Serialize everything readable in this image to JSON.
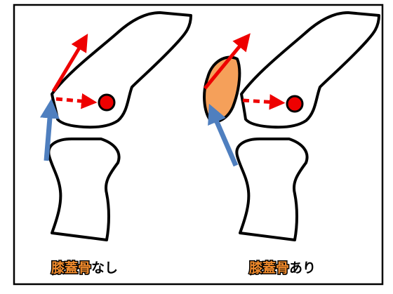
{
  "captions": {
    "left": {
      "highlight": "膝蓋骨",
      "text": "なし"
    },
    "right": {
      "highlight": "膝蓋骨",
      "text": "あり"
    }
  },
  "colors": {
    "force_arrow": "#ee0000",
    "dotted_arrow": "#ee0000",
    "pivot_dot": "#ee0000",
    "input_arrow": "#4f7fbf",
    "patella_fill": "#f5a05a",
    "outline": "#000000",
    "caption_highlight": "#f08a2c"
  },
  "panels": [
    {
      "id": "without-patella",
      "has_patella": false
    },
    {
      "id": "with-patella",
      "has_patella": true
    }
  ]
}
